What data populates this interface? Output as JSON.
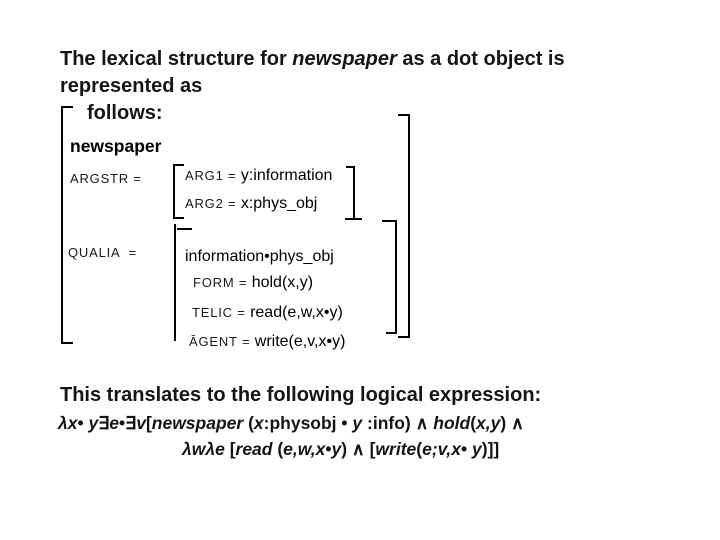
{
  "title": {
    "line1_segments": [
      {
        "t": "The lexical structure for ",
        "i": false
      },
      {
        "t": "newspaper",
        "i": true
      },
      {
        "t": " as a dot object is represented as",
        "i": false
      }
    ],
    "line2": "follows:"
  },
  "avm": {
    "headword": "newspaper",
    "argstr": {
      "label": "ARGSTR =",
      "rows": [
        {
          "label": "ARG1 = ",
          "value": "y:information"
        },
        {
          "label": "ARG2 = ",
          "value": "x:phys_obj"
        }
      ]
    },
    "qualia": {
      "label": "QUALIA  =",
      "dot_type": "information•phys_obj",
      "rows": [
        {
          "label": "FORM = ",
          "value": "hold(x,y)"
        },
        {
          "label": "TELIC = ",
          "value": "read(e,w,x•y)"
        },
        {
          "label": "ĀGENT = ",
          "value": "write(e,v,x•y)"
        }
      ]
    }
  },
  "translation": {
    "intro": "This translates to the following logical expression:",
    "line1_segments": [
      {
        "t": "λx",
        "i": true
      },
      {
        "t": "• ",
        "i": false
      },
      {
        "t": "y",
        "i": true
      },
      {
        "t": "∃",
        "i": false
      },
      {
        "t": "e",
        "i": true
      },
      {
        "t": "•",
        "i": false
      },
      {
        "t": "∃",
        "i": false
      },
      {
        "t": "v",
        "i": true
      },
      {
        "t": "[",
        "i": false
      },
      {
        "t": "newspaper ",
        "i": true
      },
      {
        "t": "(",
        "i": false
      },
      {
        "t": "x",
        "i": true
      },
      {
        "t": ":physobj ",
        "i": false
      },
      {
        "t": "• ",
        "i": false
      },
      {
        "t": "y",
        "i": true
      },
      {
        "t": " :info) ",
        "i": false
      },
      {
        "t": "∧  ",
        "i": false
      },
      {
        "t": "hold",
        "i": true
      },
      {
        "t": "(",
        "i": false
      },
      {
        "t": "x,y",
        "i": true
      },
      {
        "t": ") ",
        "i": false
      },
      {
        "t": "∧",
        "i": false
      }
    ],
    "line2_segments": [
      {
        "t": "λwλe ",
        "i": true
      },
      {
        "t": "[",
        "i": false
      },
      {
        "t": "read ",
        "i": true
      },
      {
        "t": "(",
        "i": false
      },
      {
        "t": "e,w,x",
        "i": true
      },
      {
        "t": "•",
        "i": false
      },
      {
        "t": "y",
        "i": true
      },
      {
        "t": ") ",
        "i": false
      },
      {
        "t": "∧ [",
        "i": false
      },
      {
        "t": "write",
        "i": true
      },
      {
        "t": "(",
        "i": false
      },
      {
        "t": "e;v,x",
        "i": true
      },
      {
        "t": "• ",
        "i": false
      },
      {
        "t": "y",
        "i": true
      },
      {
        "t": ")]]",
        "i": false
      }
    ]
  }
}
